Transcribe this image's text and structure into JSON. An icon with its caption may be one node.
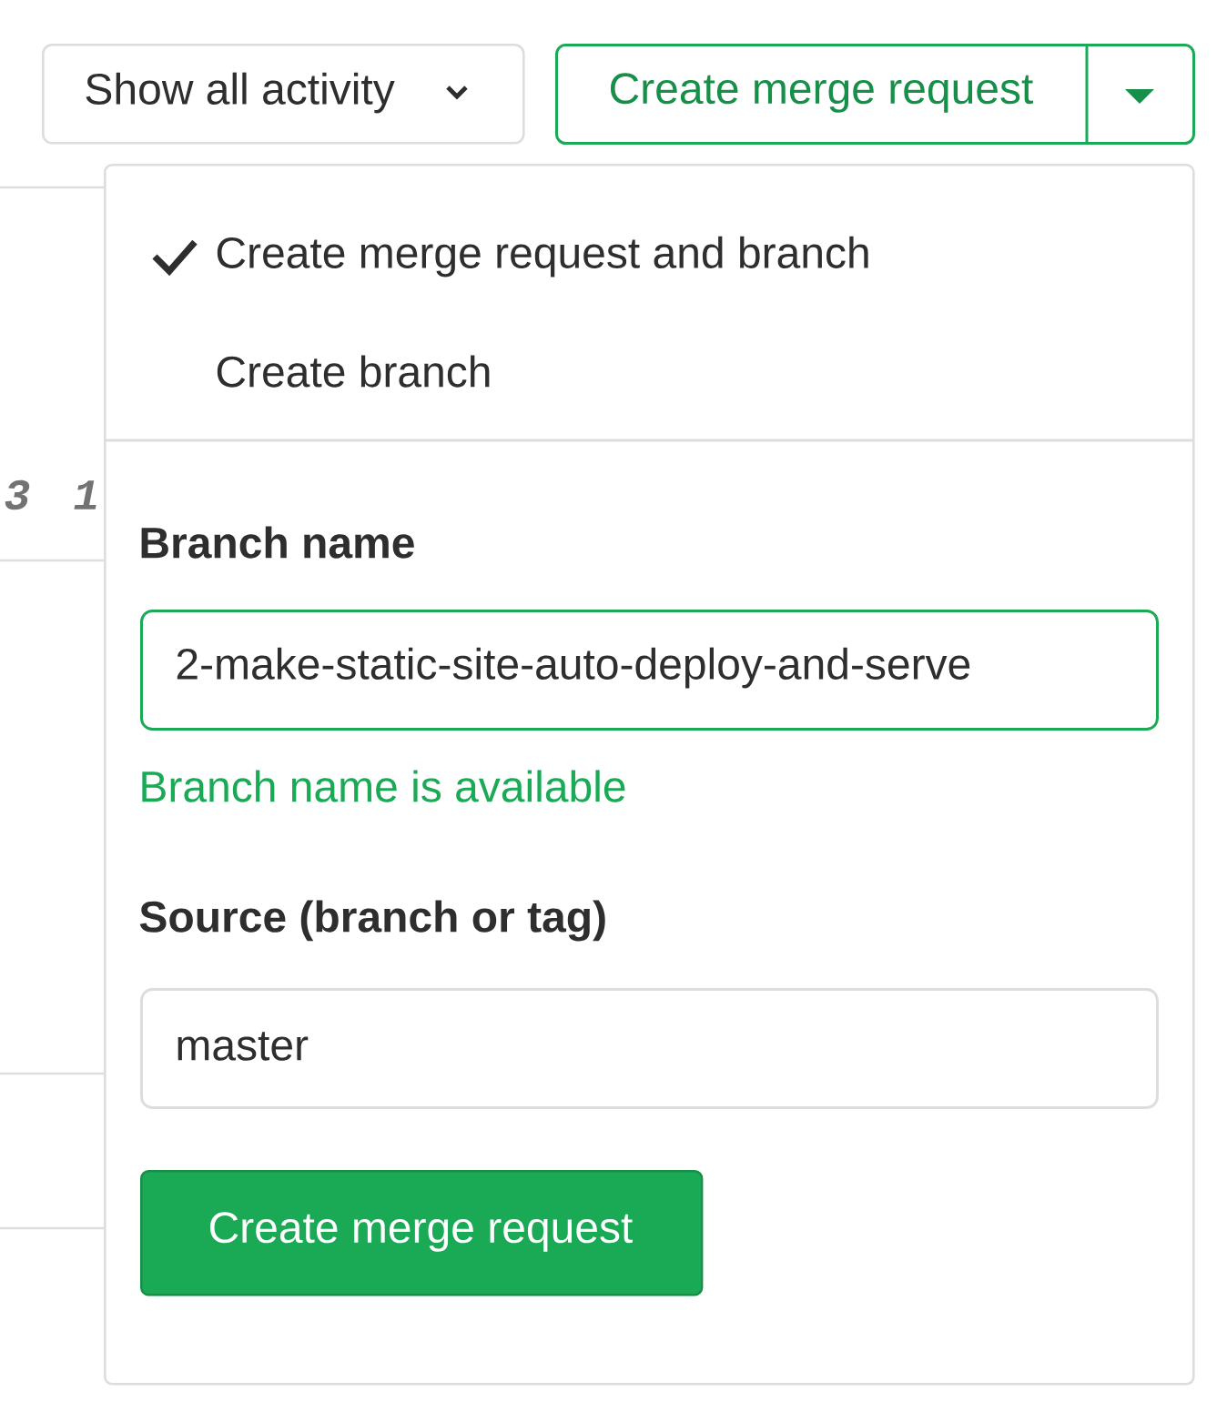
{
  "diagram": {
    "nodes": [
      {
        "text": [
          "Show all activity"
        ]
      },
      {
        "text": [
          "Create merge request"
        ]
      },
      {
        "text": [],
        "shape": "box"
      },
      {
        "text": [
          "Create merge request and branch"
        ],
        "in": 2
      },
      {
        "text": [
          "Create branch"
        ],
        "in": 2
      },
      {
        "text": [
          "Branch name",
          "2-make-static-site-auto-deploy-and-serve"
        ],
        "beside": [
          "Branch name is available"
        ],
        "in": 2
      },
      {
        "text": [
          "Source (branch or tag)",
          "master"
        ],
        "in": 2
      },
      {
        "text": [
          "Create merge request"
        ],
        "in": 2
      }
    ],
    "labels": [
      "3",
      "1"
    ]
  }
}
